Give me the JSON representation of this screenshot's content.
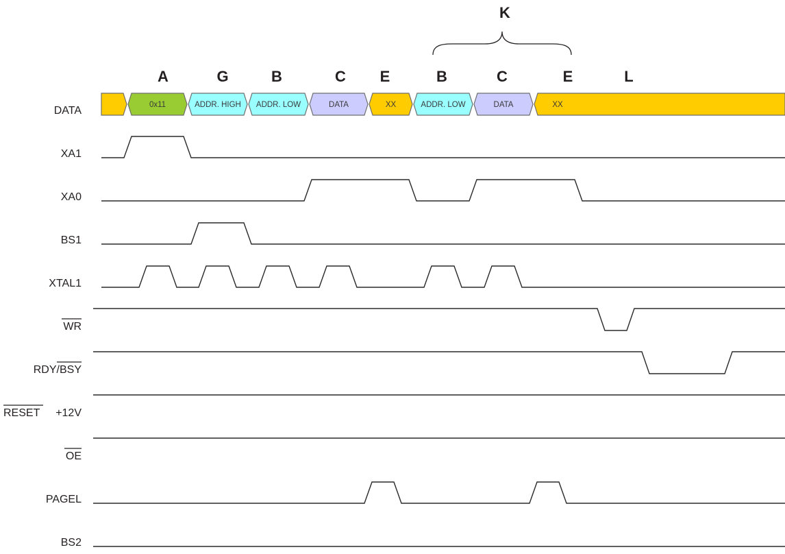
{
  "colors": {
    "idle": "#FFCC00",
    "command": "#99CC33",
    "address": "#99FFFF",
    "data": "#CCCCFF",
    "line": "#2a2a2a"
  },
  "phase_labels": [
    "A",
    "G",
    "B",
    "C",
    "E",
    "B",
    "C",
    "E",
    "L"
  ],
  "group_label": "K",
  "group_spans_phases": [
    "B",
    "C",
    "E"
  ],
  "data_bus": {
    "name": "DATA",
    "segments": [
      {
        "label": "",
        "kind": "idle"
      },
      {
        "label": "0x11",
        "kind": "command"
      },
      {
        "label": "ADDR. HIGH",
        "kind": "address"
      },
      {
        "label": "ADDR. LOW",
        "kind": "address"
      },
      {
        "label": "DATA",
        "kind": "data"
      },
      {
        "label": "XX",
        "kind": "idle"
      },
      {
        "label": "ADDR. LOW",
        "kind": "address"
      },
      {
        "label": "DATA",
        "kind": "data"
      },
      {
        "label": "XX",
        "kind": "idle"
      }
    ]
  },
  "signals": [
    {
      "name": "XA1",
      "overbar": "",
      "initial": 0,
      "pulses": [
        [
          "A"
        ]
      ]
    },
    {
      "name": "XA0",
      "overbar": "",
      "initial": 0,
      "pulses": [
        [
          "C",
          "E"
        ],
        [
          "C2",
          "E2"
        ]
      ]
    },
    {
      "name": "BS1",
      "overbar": "",
      "initial": 0,
      "pulses": [
        [
          "G"
        ]
      ]
    },
    {
      "name": "XTAL1",
      "overbar": "",
      "initial": 0,
      "pulses": [
        [
          "A"
        ],
        [
          "G"
        ],
        [
          "B"
        ],
        [
          "C"
        ],
        [
          "B2"
        ],
        [
          "C2"
        ]
      ]
    },
    {
      "name": "WR",
      "overbar": "WR",
      "initial": 1,
      "pulses": [
        [
          "L"
        ]
      ]
    },
    {
      "name": "RDY/BSY",
      "prefix": "RDY/",
      "overbar": "BSY",
      "initial": 1,
      "pulses": [
        [
          "busy"
        ]
      ]
    },
    {
      "name": "RESET +12V",
      "overbar": "RESET",
      "suffix": "+12V",
      "initial": 1,
      "pulses": []
    },
    {
      "name": "OE",
      "overbar": "OE",
      "initial": 1,
      "pulses": []
    },
    {
      "name": "PAGEL",
      "overbar": "",
      "initial": 0,
      "pulses": [
        [
          "E"
        ],
        [
          "E2"
        ]
      ]
    },
    {
      "name": "BS2",
      "overbar": "",
      "initial": 0,
      "pulses": []
    }
  ]
}
